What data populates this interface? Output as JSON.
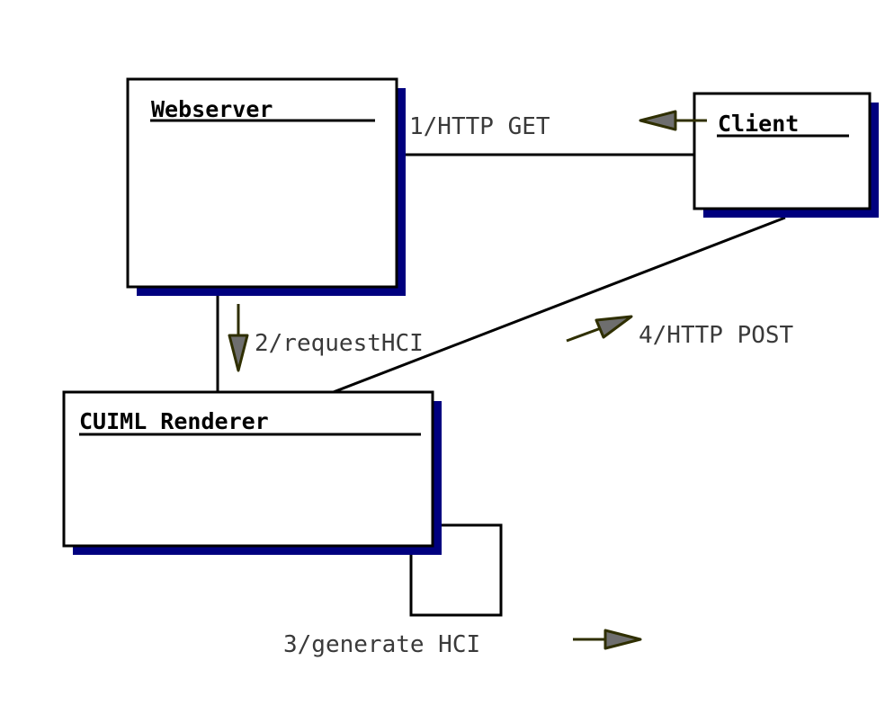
{
  "diagram": {
    "objects": {
      "webserver": {
        "name": "Webserver"
      },
      "client": {
        "name": "Client"
      },
      "renderer": {
        "name": "CUIML Renderer"
      }
    },
    "messages": {
      "m1": {
        "label": "1/HTTP GET"
      },
      "m2": {
        "label": "2/requestHCI"
      },
      "m3": {
        "label": "3/generate HCI"
      },
      "m4": {
        "label": "4/HTTP POST"
      }
    },
    "colors": {
      "shadow": "#00007f",
      "arrow_fill": "#6e6e6e",
      "arrow_stroke": "#2f2f00"
    }
  }
}
